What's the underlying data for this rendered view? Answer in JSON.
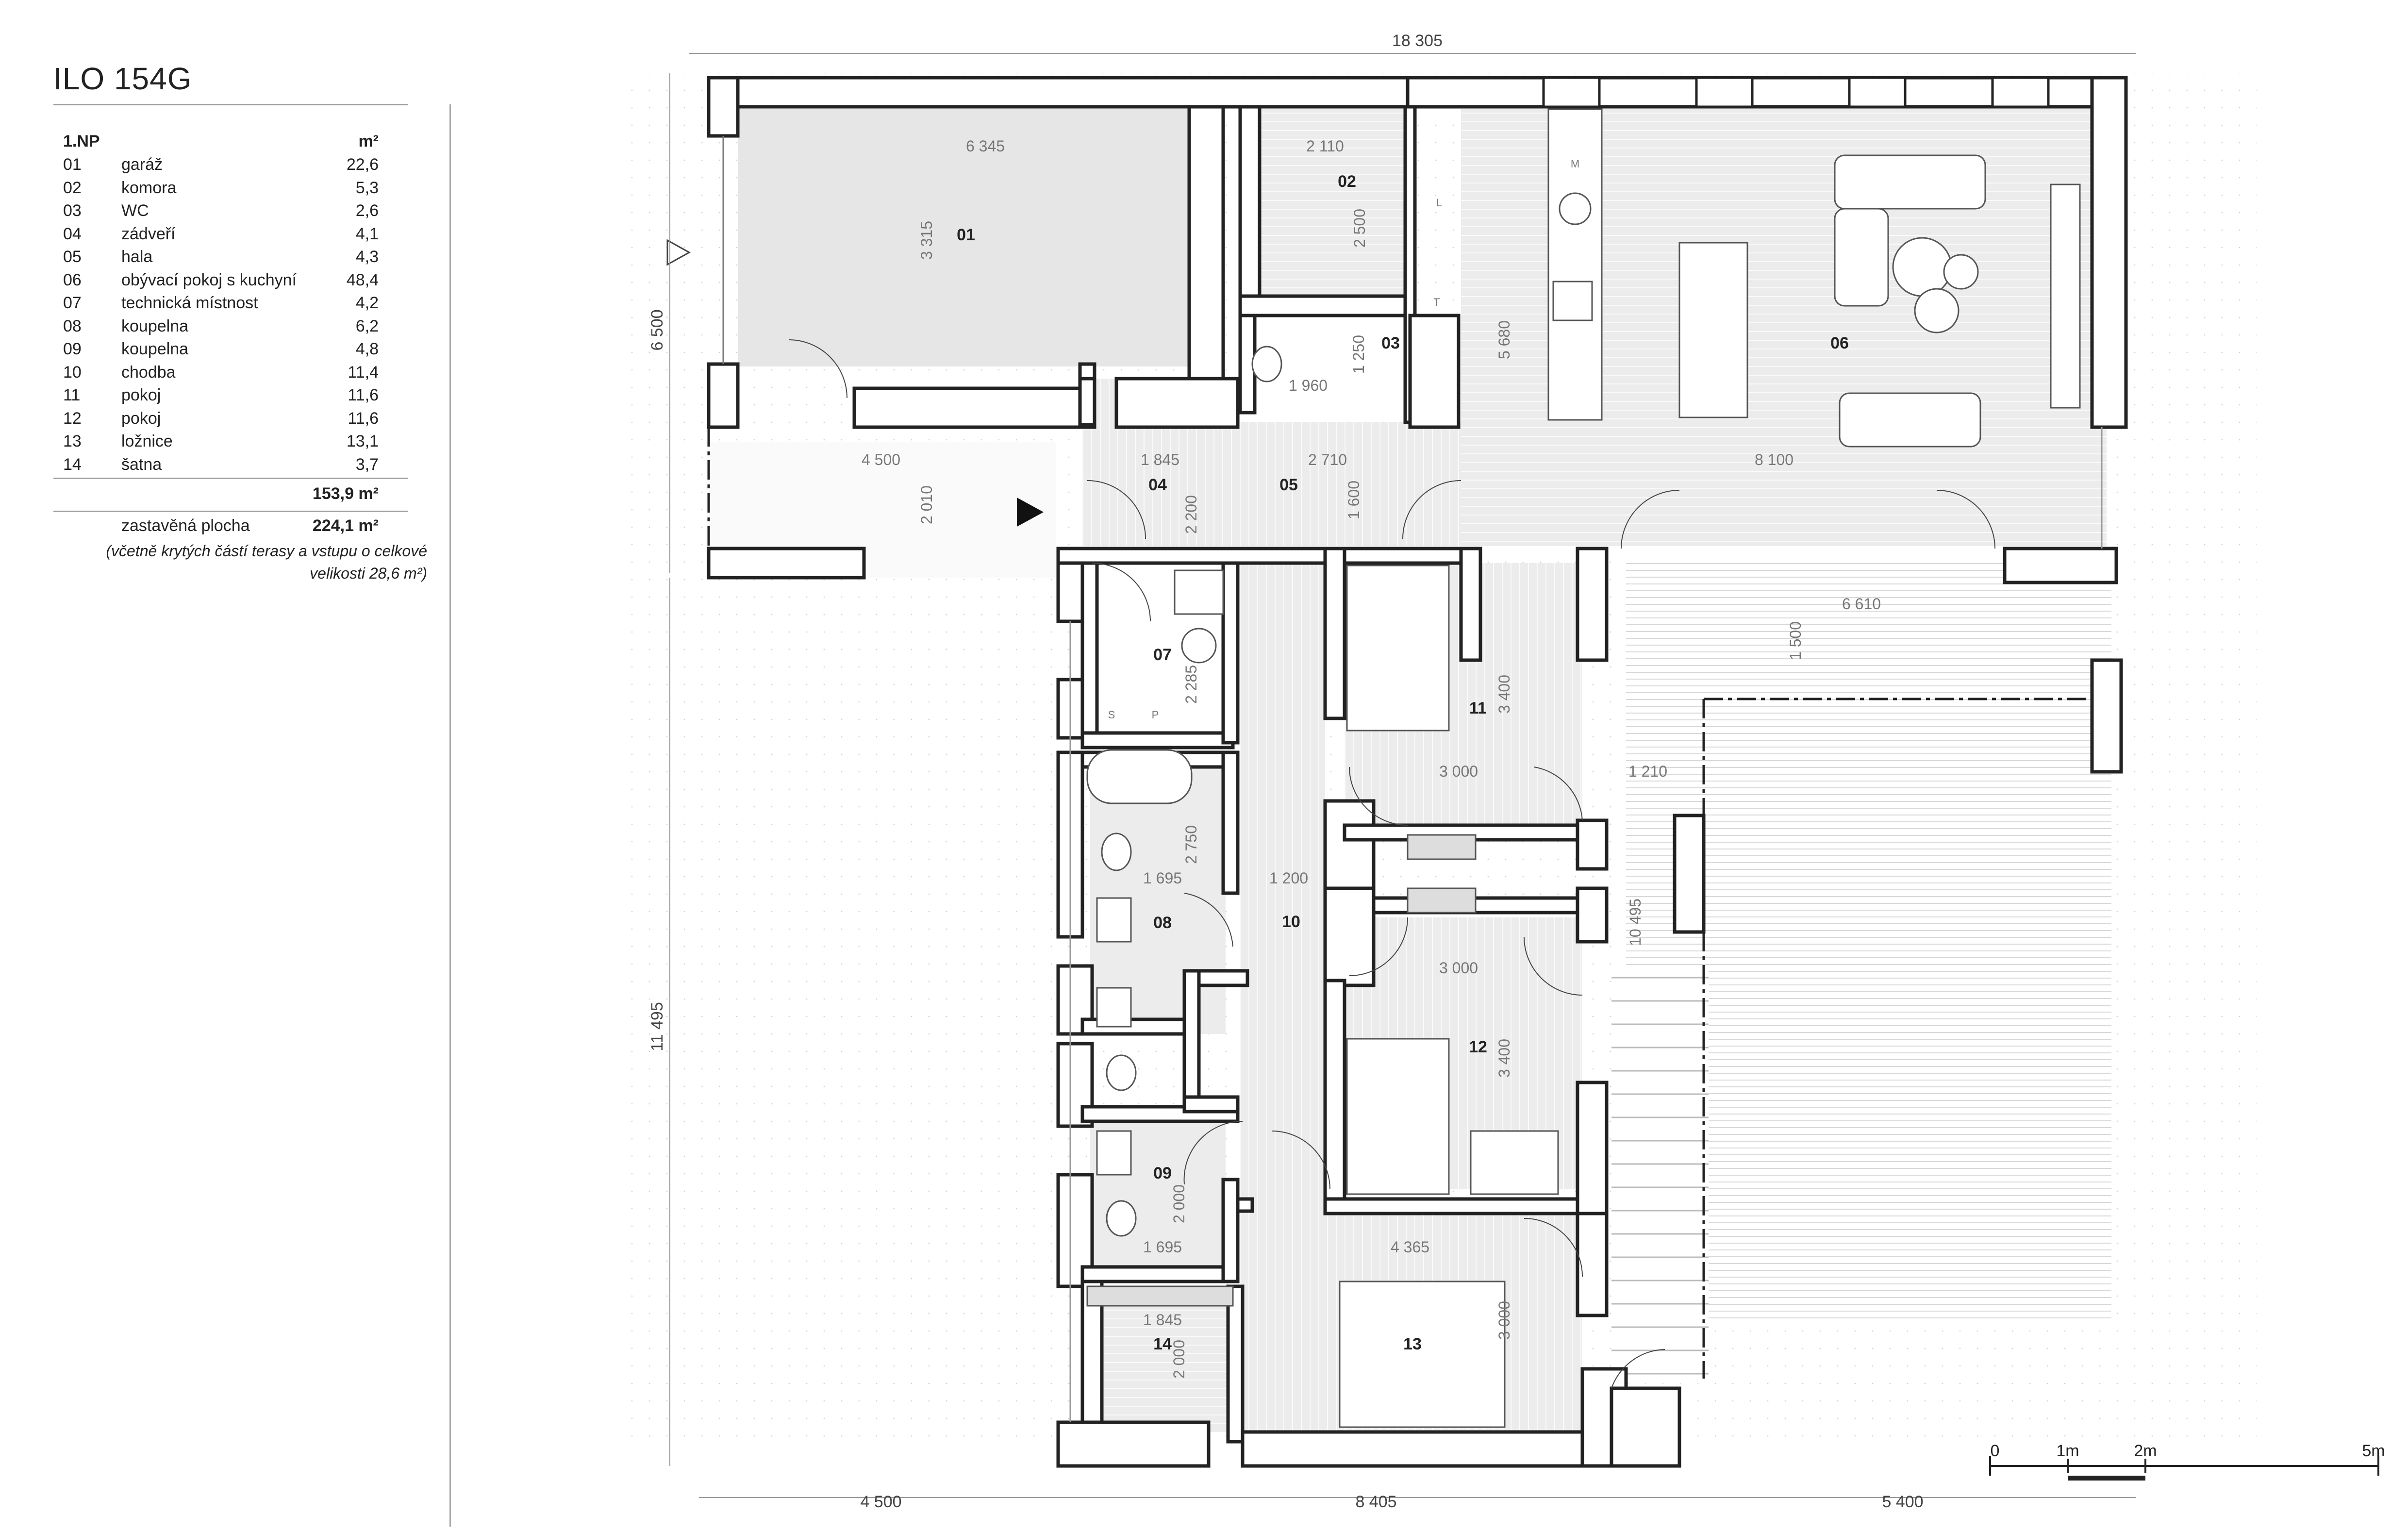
{
  "title": "ILO 154G",
  "table": {
    "floor": "1.NP",
    "unit": "m²",
    "rooms": [
      {
        "no": "01",
        "name": "garáž",
        "area": "22,6"
      },
      {
        "no": "02",
        "name": "komora",
        "area": "5,3"
      },
      {
        "no": "03",
        "name": "WC",
        "area": "2,6"
      },
      {
        "no": "04",
        "name": "zádveří",
        "area": "4,1"
      },
      {
        "no": "05",
        "name": "hala",
        "area": "4,3"
      },
      {
        "no": "06",
        "name": "obývací pokoj s kuchyní",
        "area": "48,4"
      },
      {
        "no": "07",
        "name": "technická místnost",
        "area": "4,2"
      },
      {
        "no": "08",
        "name": "koupelna",
        "area": "6,2"
      },
      {
        "no": "09",
        "name": "koupelna",
        "area": "4,8"
      },
      {
        "no": "10",
        "name": "chodba",
        "area": "11,4"
      },
      {
        "no": "11",
        "name": "pokoj",
        "area": "11,6"
      },
      {
        "no": "12",
        "name": "pokoj",
        "area": "11,6"
      },
      {
        "no": "13",
        "name": "ložnice",
        "area": "13,1"
      },
      {
        "no": "14",
        "name": "šatna",
        "area": "3,7"
      }
    ],
    "total": "153,9 m²",
    "built_label": "zastavěná plocha",
    "built_value": "224,1 m²",
    "note_line1": "(včetně krytých částí terasy a vstupu o celkové",
    "note_line2": "velikosti 28,6 m²)"
  },
  "plan": {
    "room_labels": [
      "01",
      "02",
      "03",
      "04",
      "05",
      "06",
      "07",
      "08",
      "09",
      "10",
      "11",
      "12",
      "13",
      "14"
    ],
    "dimensions": {
      "top_total": "18 305",
      "left_upper": "6 500",
      "left_lower": "11 495",
      "bottom_left": "4 500",
      "bottom_mid": "8 405",
      "bottom_right": "5 400",
      "garage_w": "6 345",
      "garage_h": "3 315",
      "pantry_w": "2 110",
      "pantry_h": "2 500",
      "wc_w": "1 960",
      "wc_h": "1 250",
      "living_h": "5 680",
      "entry_overhang_w": "4 500",
      "entry_overhang_h": "2 010",
      "vestibule_w": "1 845",
      "vestibule_h": "2 200",
      "hall_w": "2 710",
      "hall_h": "1 600",
      "living_w": "8 100",
      "terrace_w": "6 610",
      "terrace_h": "1 500",
      "tech_h": "2 285",
      "room11_h": "3 400",
      "room11_w": "3 000",
      "terrace_side": "1 210",
      "corridor_len": "10 495",
      "bath08_h": "2 750",
      "bath08_w": "1 695",
      "corridor_w": "1 200",
      "room12_w": "3 000",
      "room12_h": "3 400",
      "bath09_h": "2 000",
      "bath09_w": "1 695",
      "bed_w": "4 365",
      "bed_h": "3 000",
      "closet_w": "1 845",
      "closet_h": "2 000"
    },
    "fixture_labels": {
      "m": "M",
      "l": "L",
      "s": "S",
      "p": "P",
      "t": "T"
    }
  },
  "scale": {
    "zero": "0",
    "one": "1m",
    "two": "2m",
    "five": "5m"
  }
}
